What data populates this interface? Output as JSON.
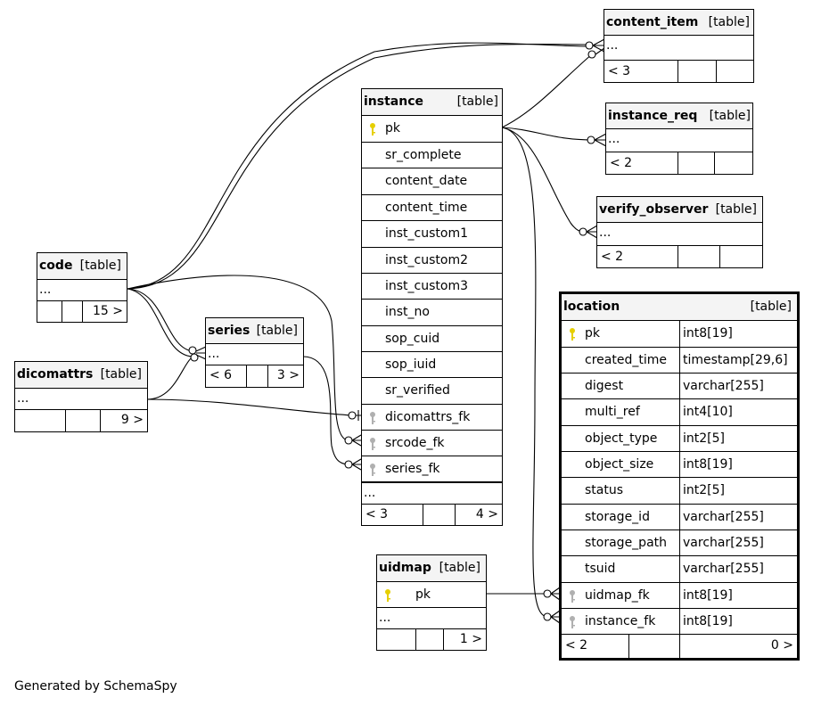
{
  "tables": {
    "content_item": {
      "name": "content_item",
      "tag": "[table]",
      "more": "...",
      "parents": "< 3",
      "children": ""
    },
    "instance_req": {
      "name": "instance_req",
      "tag": "[table]",
      "more": "...",
      "parents": "< 2",
      "children": ""
    },
    "verify_observer": {
      "name": "verify_observer",
      "tag": "[table]",
      "more": "...",
      "parents": "< 2",
      "children": ""
    },
    "instance": {
      "name": "instance",
      "tag": "[table]",
      "columns": [
        "pk",
        "sr_complete",
        "content_date",
        "content_time",
        "inst_custom1",
        "inst_custom2",
        "inst_custom3",
        "inst_no",
        "sop_cuid",
        "sop_iuid",
        "sr_verified",
        "dicomattrs_fk",
        "srcode_fk",
        "series_fk"
      ],
      "more": "...",
      "parents": "< 3",
      "children": "4 >"
    },
    "code": {
      "name": "code",
      "tag": "[table]",
      "more": "...",
      "parents": "",
      "children": "15 >"
    },
    "series": {
      "name": "series",
      "tag": "[table]",
      "more": "...",
      "parents": "< 6",
      "children": "3 >"
    },
    "dicomattrs": {
      "name": "dicomattrs",
      "tag": "[table]",
      "more": "...",
      "parents": "",
      "children": "9 >"
    },
    "uidmap": {
      "name": "uidmap",
      "tag": "[table]",
      "columns": [
        "pk"
      ],
      "more": "...",
      "parents": "",
      "children": "1 >"
    },
    "location": {
      "name": "location",
      "tag": "[table]",
      "columns": [
        {
          "name": "pk",
          "type": "int8[19]"
        },
        {
          "name": "created_time",
          "type": "timestamp[29,6]"
        },
        {
          "name": "digest",
          "type": "varchar[255]"
        },
        {
          "name": "multi_ref",
          "type": "int4[10]"
        },
        {
          "name": "object_type",
          "type": "int2[5]"
        },
        {
          "name": "object_size",
          "type": "int8[19]"
        },
        {
          "name": "status",
          "type": "int2[5]"
        },
        {
          "name": "storage_id",
          "type": "varchar[255]"
        },
        {
          "name": "storage_path",
          "type": "varchar[255]"
        },
        {
          "name": "tsuid",
          "type": "varchar[255]"
        },
        {
          "name": "uidmap_fk",
          "type": "int8[19]"
        },
        {
          "name": "instance_fk",
          "type": "int8[19]"
        }
      ],
      "parents": "< 2",
      "children": "0 >"
    }
  },
  "footer": "Generated by SchemaSpy",
  "colors": {
    "primary_key": "#e6cf00",
    "foreign_key": "#b0b0b0",
    "header": "#f4f4f4"
  }
}
